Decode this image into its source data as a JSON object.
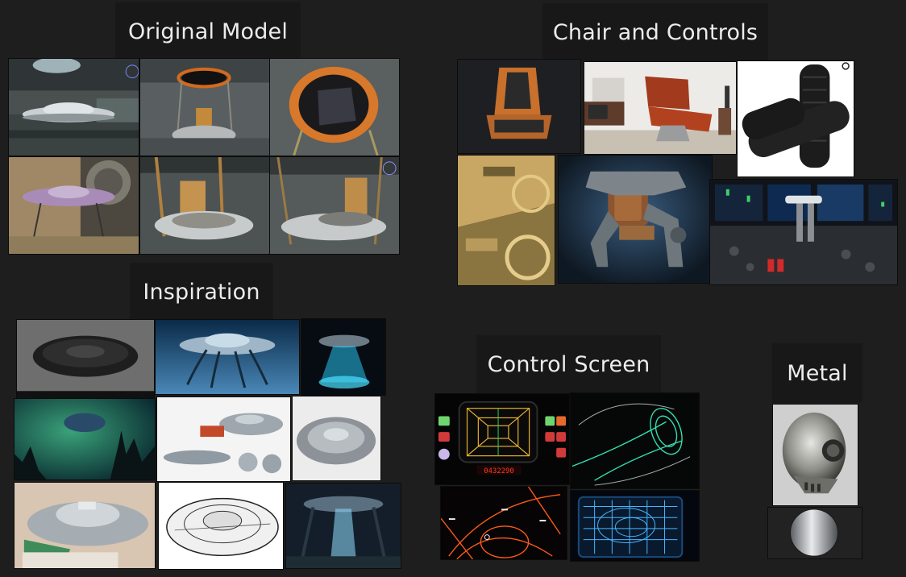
{
  "sections": {
    "original_model": {
      "title": "Original Model"
    },
    "chair_controls": {
      "title": "Chair and Controls"
    },
    "inspiration": {
      "title": "Inspiration"
    },
    "control_screen": {
      "title": "Control Screen"
    },
    "metal": {
      "title": "Metal"
    }
  },
  "screen_readout": "0432290",
  "colors": {
    "background": "#1e1e1e",
    "label_bg": "#181818",
    "leather_orange": "#c8702c",
    "screen_green": "#34e0b0",
    "screen_orange": "#ff6a1a"
  }
}
